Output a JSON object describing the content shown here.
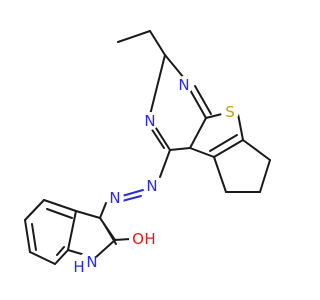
{
  "atoms": {
    "n_pyr_top": "N",
    "n_pyr_left": "N",
    "s_thio": "S",
    "n_azo_1": "N",
    "n_azo_2": "N",
    "o_hydroxy": "O",
    "h_hydroxy": "H",
    "n_indole": "N",
    "h_indole": "H"
  },
  "colors": {
    "carbon_bond": "#1a1a1a",
    "nitrogen": "#2b2bd9",
    "sulfur": "#c9a200",
    "oxygen": "#e01b1b"
  }
}
